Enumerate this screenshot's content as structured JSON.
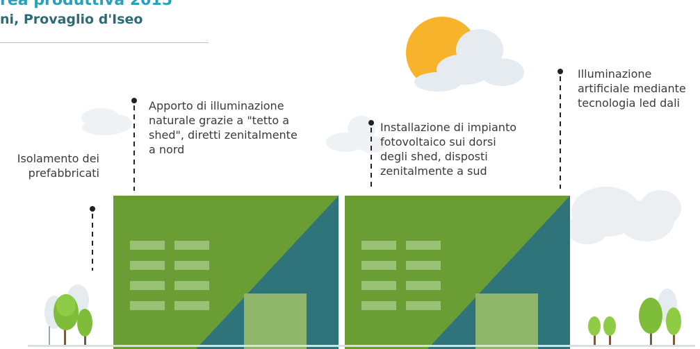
{
  "header": {
    "title_line1": "rea produttiva 2015",
    "title_line2": "ni, Provaglio d'Iseo"
  },
  "callouts": {
    "insulation": [
      "Isolamento dei",
      "prefabbricati"
    ],
    "natural_light": [
      "Apporto di illuminazione",
      "naturale grazie a \"tetto a",
      "shed\", diretti zenitalmente",
      "a nord"
    ],
    "photovoltaic": [
      "Installazione di impianto",
      "fotovoltaico sui dorsi",
      "degli shed, disposti",
      "zenitalmente a sud"
    ],
    "artificial_light": [
      "Illuminazione",
      "artificiale mediante",
      "tecnologia led dali"
    ]
  },
  "colors": {
    "green": "#6a9e34",
    "teal": "#2f747a",
    "window": "#9ac277",
    "door": "#8fb56a",
    "sun": "#f7b32b",
    "cloud": "#e8eef2",
    "title": "#2a9fbe",
    "subtitle": "#2d6a73"
  }
}
